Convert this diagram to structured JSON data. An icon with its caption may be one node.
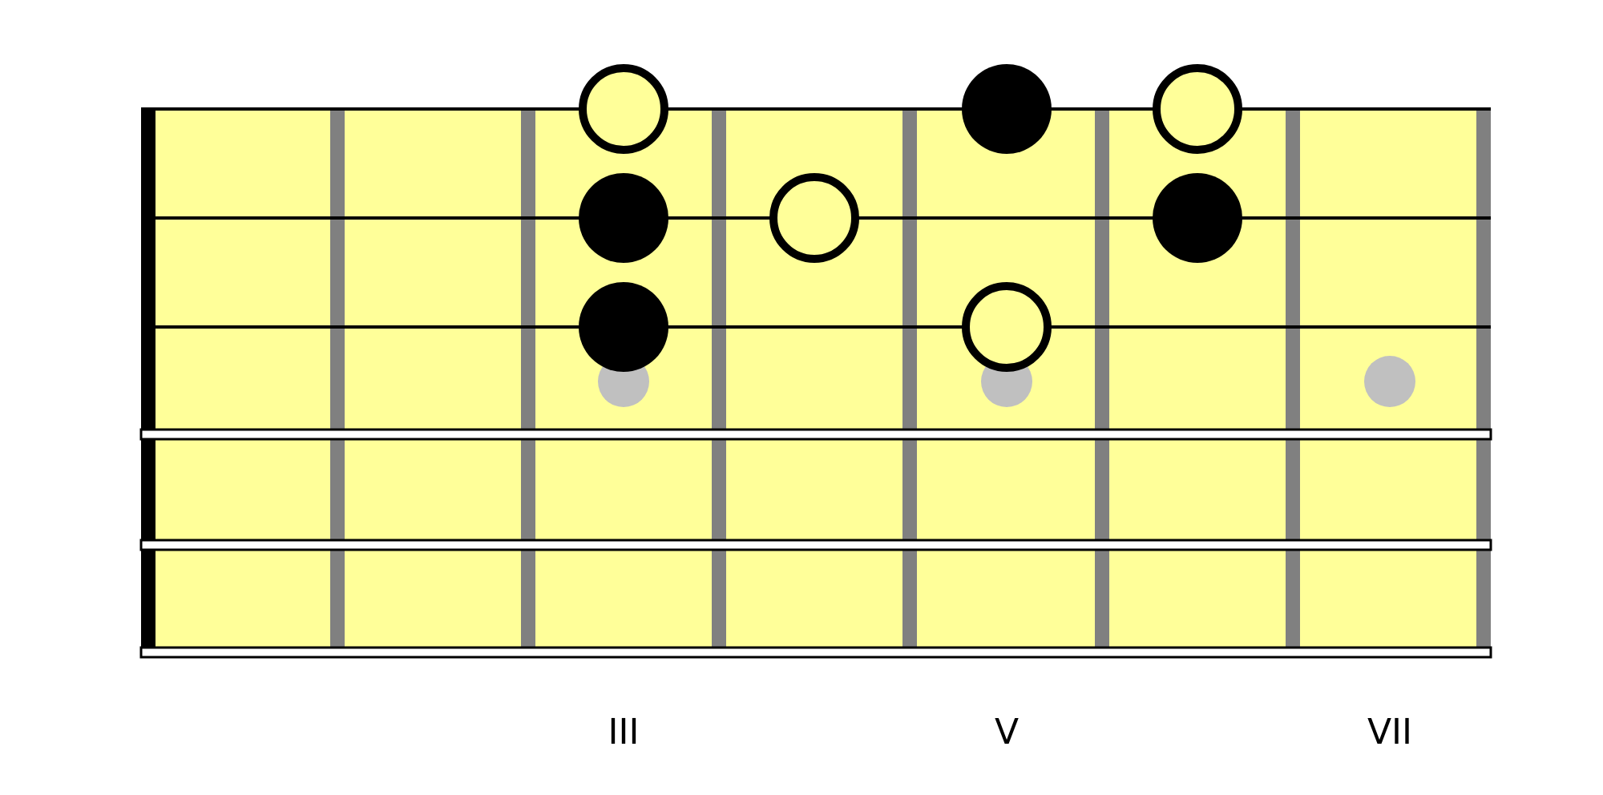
{
  "diagram": {
    "labels": [
      "III",
      "V",
      "VII"
    ]
  }
}
